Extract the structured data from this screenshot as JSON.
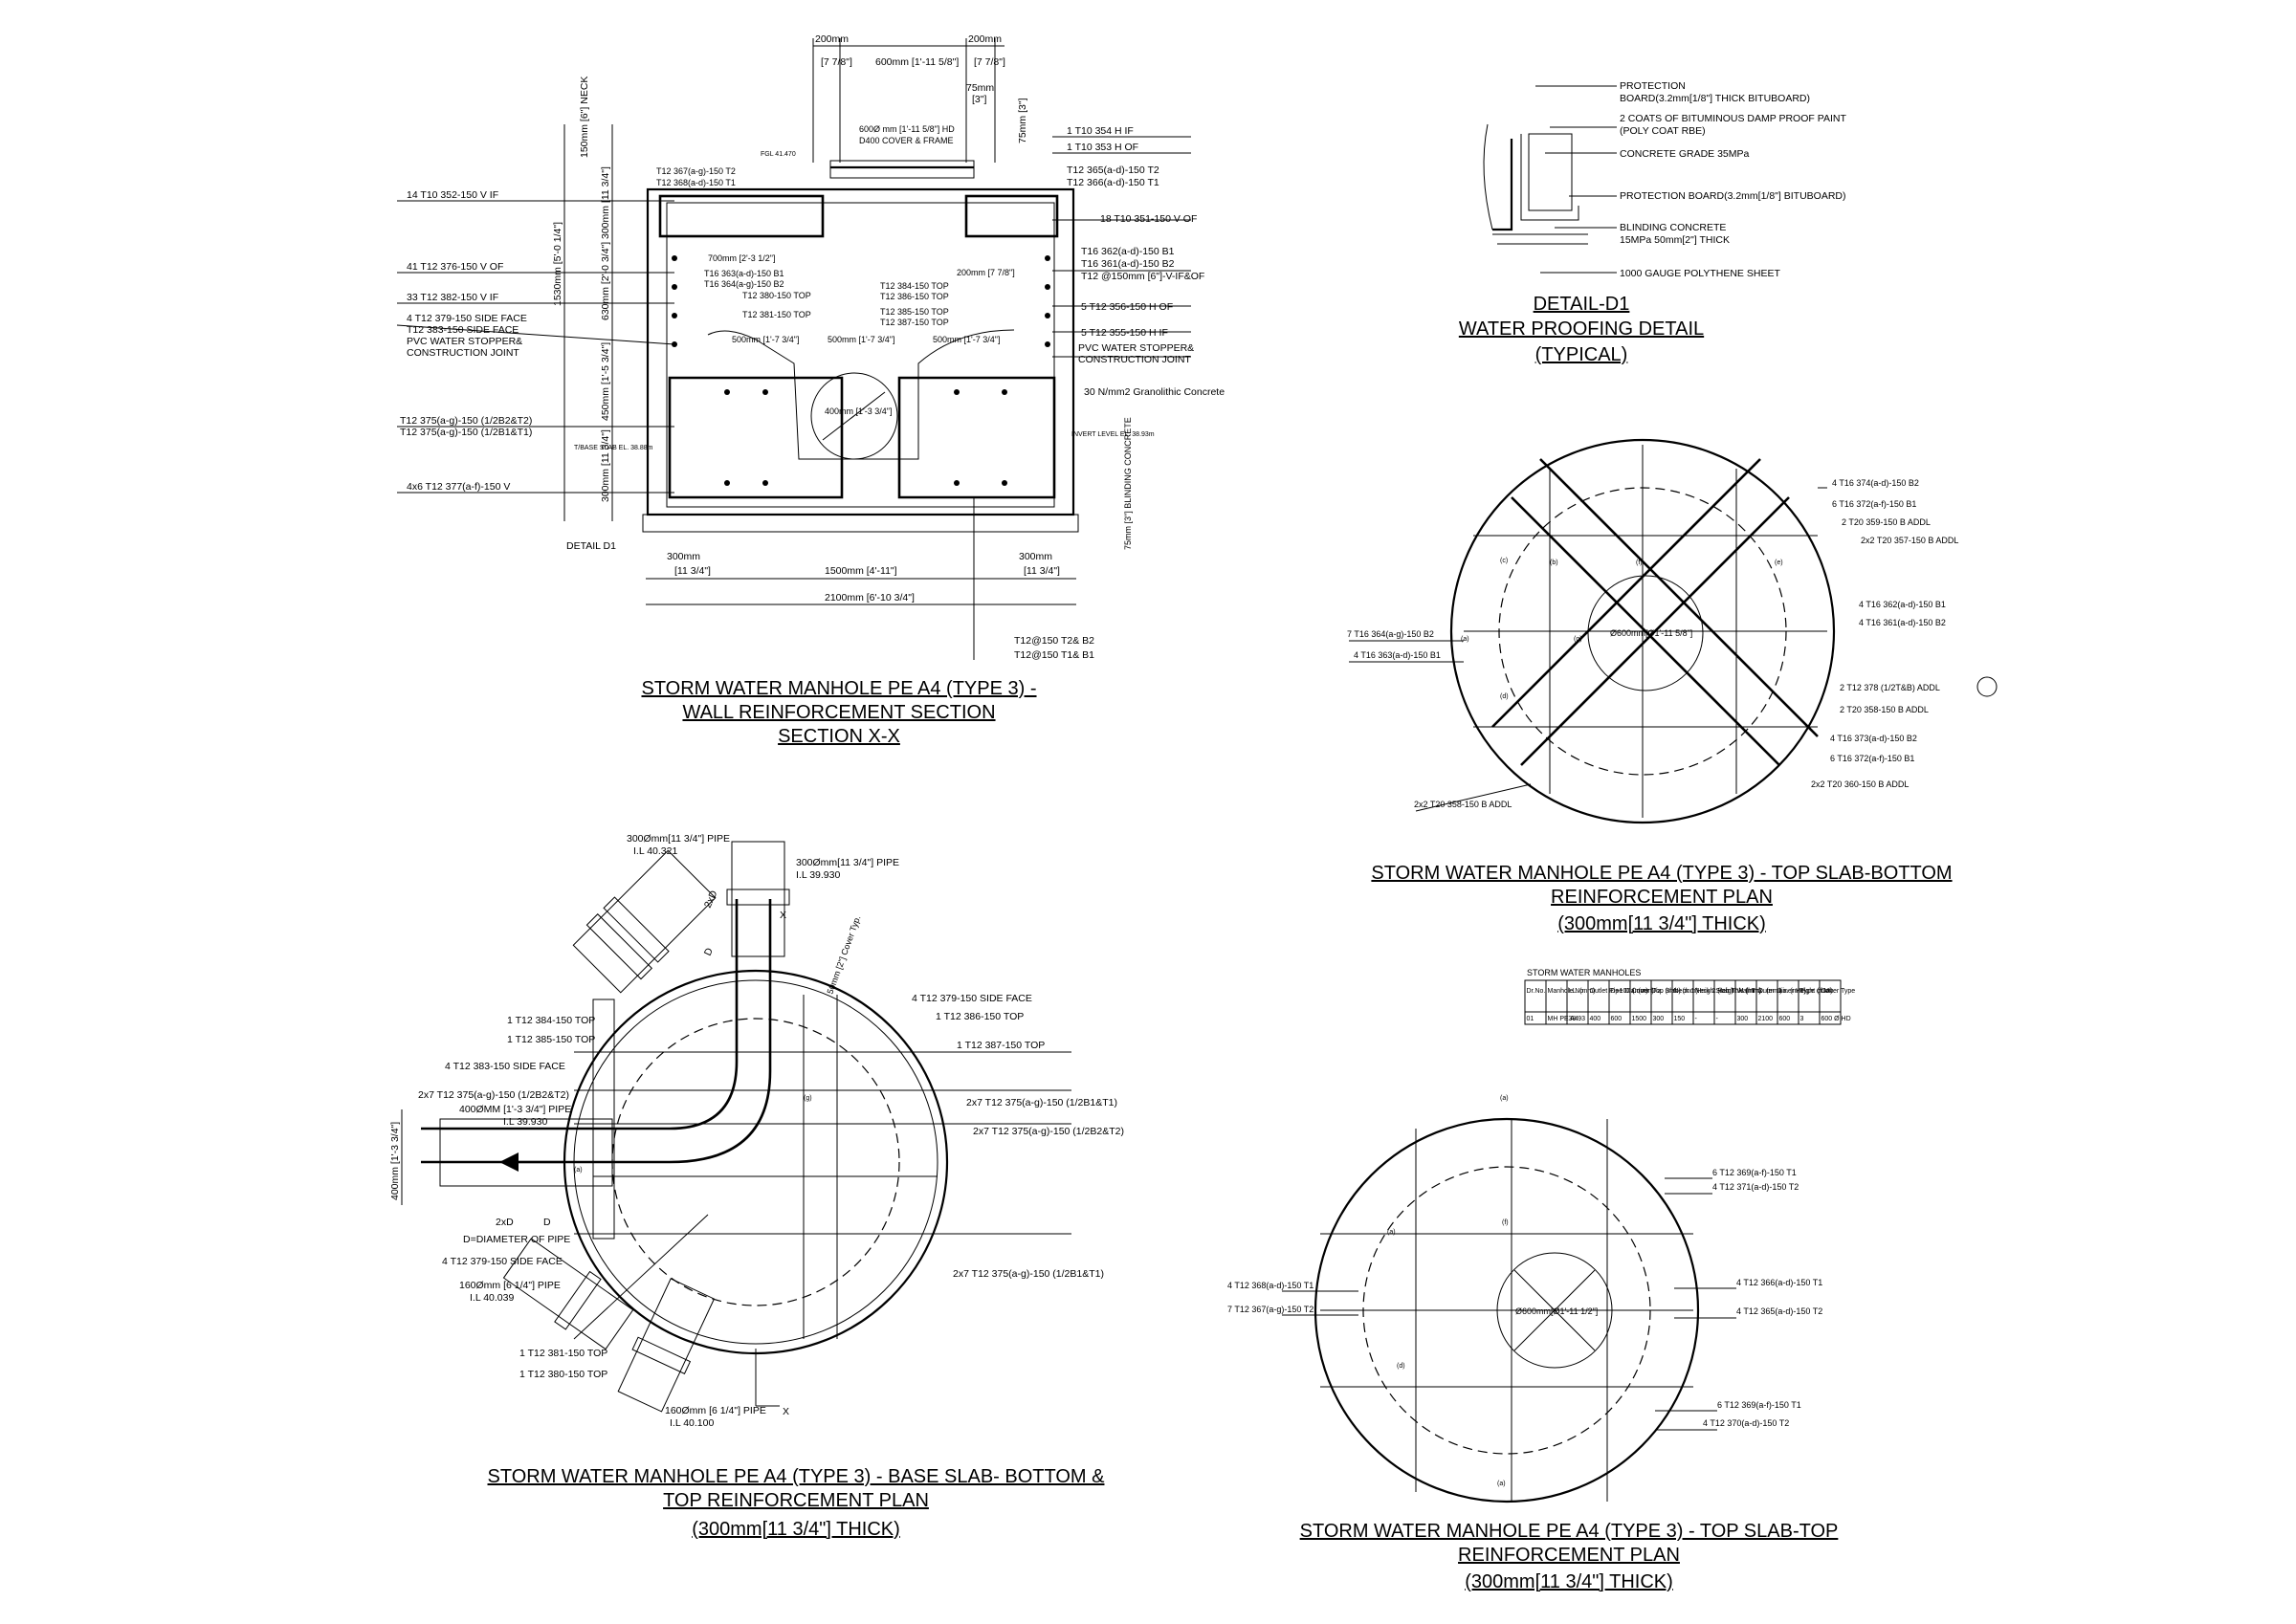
{
  "section_xx": {
    "title": [
      "STORM WATER MANHOLE PE A4 (TYPE 3) -",
      "WALL REINFORCEMENT SECTION",
      "SECTION X-X"
    ],
    "dims_top": [
      "200mm",
      "[7 7/8\"]",
      "600mm [1'-11 5/8\"]",
      "200mm",
      "[7 7/8\"]",
      "75mm",
      "[3\"]",
      "75mm [3\"]"
    ],
    "dims_left": [
      "150mm [6\"] NECK",
      "1530mm [5'-0 1/4\"]",
      "300mm [11 3/4\"]",
      "630mm [2'-0 3/4\"]",
      "450mm [1'-5 3/4\"]",
      "300mm [11 3/4\"]"
    ],
    "dims_bottom": [
      "300mm",
      "[11 3/4\"]",
      "1500mm [4'-11\"]",
      "300mm",
      "[11 3/4\"]",
      "2100mm [6'-10 3/4\"]"
    ],
    "left_labels": [
      "14 T10 352-150 V IF",
      "41 T12 376-150 V OF",
      "33 T12 382-150 V IF",
      "4 T12 379-150 SIDE FACE",
      "T12 383-150 SIDE FACE",
      "PVC WATER STOPPER&",
      "CONSTRUCTION JOINT",
      "T12 375(a-g)-150 (1/2B2&T2)",
      "T12 375(a-g)-150 (1/2B1&T1)",
      "4x6 T12 377(a-f)-150 V",
      "DETAIL D1"
    ],
    "right_labels": [
      "1 T10 354 H IF",
      "1 T10 353 H OF",
      "T12 365(a-d)-150 T2",
      "T12 366(a-d)-150 T1",
      "18 T10 351-150 V OF",
      "T16 362(a-d)-150 B1",
      "T16 361(a-d)-150 B2",
      "T12 @150mm [6\"]-V-IF&OF",
      "5 T12 356-150 H OF",
      "5 T12 355-150 H IF",
      "PVC WATER STOPPER&",
      "CONSTRUCTION JOINT",
      "30 N/mm2 Granolithic Concrete"
    ],
    "inner_labels": [
      "600Ø mm [1'-11 5/8\"] HD",
      "D400 COVER & FRAME",
      "T12 367(a-g)-150 T2",
      "T12 368(a-d)-150 T1",
      "700mm [2'-3 1/2\"]",
      "T16 363(a-d)-150 B1",
      "T16 364(a-g)-150 B2",
      "T12 380-150 TOP",
      "T12 381-150 TOP",
      "T12 384-150 TOP",
      "T12 386-150 TOP",
      "T12 385-150 TOP",
      "T12 387-150 TOP",
      "200mm [7 7/8\"]",
      "500mm [1'-7 3/4\"]",
      "500mm [1'-7 3/4\"]",
      "500mm [1'-7 3/4\"]",
      "400mm [1'-3 3/4\"]",
      "FGL 41.470",
      "T/BASE SLAB EL. 38.88m",
      "INVERT LEVEL EL. 38.93m",
      "75mm [3\"] BLINDING CONCRETE",
      "T12@150 T2& B2",
      "T12@150 T1& B1"
    ]
  },
  "detail_d1": {
    "title": [
      "DETAIL-D1",
      "WATER PROOFING DETAIL",
      "(TYPICAL)"
    ],
    "labels": [
      "PROTECTION",
      "BOARD(3.2mm[1/8\"] THICK BITUBOARD)",
      "2 COATS OF BITUMINOUS DAMP PROOF PAINT",
      "(POLY COAT RBE)",
      "CONCRETE GRADE 35MPa",
      "PROTECTION BOARD(3.2mm[1/8\"] BITUBOARD)",
      "BLINDING CONCRETE",
      "15MPa 50mm[2\"] THICK",
      "1000 GAUGE POLYTHENE SHEET"
    ]
  },
  "top_slab_bottom": {
    "title": [
      "STORM WATER MANHOLE PE A4 (TYPE 3) - TOP SLAB-BOTTOM",
      "REINFORCEMENT PLAN",
      "(300mm[11 3/4\"] THICK)"
    ],
    "center": "Ø600mm[Ø1'-11 5/8\"]",
    "right_labels": [
      "4 T16 374(a-d)-150 B2",
      "6 T16 372(a-f)-150 B1",
      "2 T20 359-150 B ADDL",
      "2x2 T20 357-150 B ADDL",
      "4 T16 362(a-d)-150 B1",
      "4 T16 361(a-d)-150 B2",
      "2 T12 378 (1/2T&B) ADDL",
      "2 T20 358-150 B ADDL",
      "4 T16 373(a-d)-150 B2",
      "6 T16 372(a-f)-150 B1",
      "2x2 T20 360-150 B ADDL"
    ],
    "left_labels": [
      "7 T16 364(a-g)-150 B2",
      "4 T16 363(a-d)-150 B1",
      "2x2 T20 358-150 B ADDL"
    ]
  },
  "schedule": {
    "title": "STORM WATER MANHOLES",
    "headers": [
      "Dr.No.",
      "Manhole No.",
      "I.L. (mm)",
      "Outlet Pipe Dia. (mm)",
      "D+100 (mm)",
      "Cover Dia. (mm)",
      "Top Slab. (mm)",
      "Neck 1 Height (mm)",
      "Neck 2 Height H (mm)",
      "Slab Thk. (mm)",
      "Wall Thk. (mm)",
      "Outer Dia. (mm)",
      "Liner Height (mm)",
      "Type of Mh.",
      "Cover Type"
    ],
    "row": [
      "01",
      "MH PE A4",
      "38.93",
      "400",
      "600",
      "1500",
      "300",
      "150",
      "-",
      "-",
      "300",
      "2100",
      "600",
      "3",
      "600 Ø HD"
    ]
  },
  "base_slab": {
    "title": [
      "STORM WATER MANHOLE PE A4 (TYPE 3) - BASE SLAB- BOTTOM &",
      "TOP REINFORCEMENT PLAN",
      "(300mm[11 3/4\"] THICK)"
    ],
    "pipe_labels": [
      "300Ømm[11 3/4\"] PIPE",
      "I.L 40.321",
      "300Ømm[11 3/4\"] PIPE",
      "I.L 39.930",
      "400ØMM [1'-3 3/4\"] PIPE",
      "I.L 39.930",
      "160Ømm [6 1/4\"] PIPE",
      "I.L 40.039",
      "160Ømm [6 1/4\"] PIPE",
      "I.L 40.100",
      "400mm [1'-3 3/4\"]",
      "50mm [2\"] Cover Typ."
    ],
    "left_labels": [
      "1 T12 384-150 TOP",
      "1 T12 385-150 TOP",
      "4 T12 383-150 SIDE FACE",
      "2x7 T12 375(a-g)-150 (1/2B2&T2)",
      "D=DIAMETER OF PIPE",
      "4 T12 379-150 SIDE FACE",
      "1 T12 381-150 TOP",
      "1 T12 380-150 TOP"
    ],
    "right_labels": [
      "4 T12 379-150 SIDE FACE",
      "1 T12 386-150 TOP",
      "1 T12 387-150 TOP",
      "2x7 T12 375(a-g)-150 (1/2B1&T1)",
      "2x7 T12 375(a-g)-150 (1/2B2&T2)",
      "2x7 T12 375(a-g)-150 (1/2B1&T1)"
    ],
    "marks": [
      "2xD",
      "D",
      "2xD",
      "D",
      "X",
      "X"
    ]
  },
  "top_slab_top": {
    "title": [
      "STORM WATER MANHOLE PE A4 (TYPE 3) - TOP SLAB-TOP",
      "REINFORCEMENT PLAN",
      "(300mm[11 3/4\"] THICK)"
    ],
    "center": "Ø600mm[Ø1'-11 1/2\"]",
    "right_labels": [
      "6 T12 369(a-f)-150 T1",
      "4 T12 371(a-d)-150 T2",
      "4 T12 366(a-d)-150 T1",
      "4 T12 365(a-d)-150 T2",
      "6 T12 369(a-f)-150 T1",
      "4 T12 370(a-d)-150 T2"
    ],
    "left_labels": [
      "4 T12 368(a-d)-150 T1",
      "7 T12 367(a-g)-150 T2"
    ]
  },
  "bar_marks": [
    "(a)",
    "(b)",
    "(c)",
    "(d)",
    "(e)",
    "(f)",
    "(g)"
  ]
}
